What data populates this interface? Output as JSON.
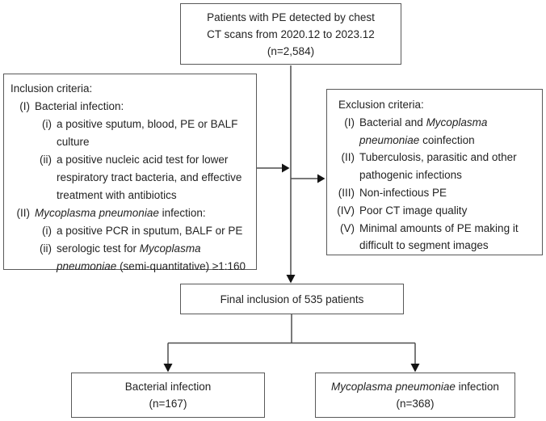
{
  "colors": {
    "background": "#ffffff",
    "box_border": "#595959",
    "connector_line": "#4d4d4d",
    "arrowhead": "#141414",
    "text": "#232323"
  },
  "top_box": {
    "line1": "Patients with PE detected by chest",
    "line2": "CT scans from 2020.12 to 2023.12",
    "line3": "(n=2,584)"
  },
  "inclusion": {
    "heading": "Inclusion criteria:",
    "lines": [
      {
        "marker": "(I)",
        "pre": "Bacterial infection:"
      },
      {
        "marker": "(i)",
        "pre": "a positive sputum, blood, PE or BALF"
      },
      {
        "marker": "",
        "pre": "culture"
      },
      {
        "marker": "(ii)",
        "pre": "a positive nucleic acid test for lower"
      },
      {
        "marker": "",
        "pre": "respiratory tract bacteria, and effective"
      },
      {
        "marker": "",
        "pre": "treatment with antibiotics"
      },
      {
        "marker": "(II)",
        "it": "Mycoplasma pneumoniae",
        "post": " infection:"
      },
      {
        "marker": "(i)",
        "pre": "a positive PCR in sputum, BALF or PE"
      },
      {
        "marker": "(ii)",
        "pre": "serologic test for ",
        "it": "Mycoplasma"
      },
      {
        "marker": "",
        "it": "pneumoniae",
        "post": " (semi-quantitative) ≥1:160"
      }
    ]
  },
  "exclusion": {
    "heading": "Exclusion criteria:",
    "lines": [
      {
        "marker": "(I)",
        "pre": "Bacterial and ",
        "it": "Mycoplasma"
      },
      {
        "marker": "",
        "it": "pneumoniae",
        "post": " coinfection"
      },
      {
        "marker": "(II)",
        "pre": "Tuberculosis, parasitic and other"
      },
      {
        "marker": "",
        "pre": "pathogenic infections"
      },
      {
        "marker": "(III)",
        "pre": "Non-infectious PE"
      },
      {
        "marker": "(IV)",
        "pre": "Poor CT image quality"
      },
      {
        "marker": "(V)",
        "pre": "Minimal amounts of PE making it"
      },
      {
        "marker": "",
        "pre": "difficult to segment images"
      }
    ]
  },
  "final_box": {
    "line1": "Final inclusion of 535 patients"
  },
  "bacterial_box": {
    "line1": "Bacterial infection",
    "line2": "(n=167)"
  },
  "mycoplasma_box": {
    "it": "Mycoplasma pneumoniae",
    "post": " infection",
    "line2": "(n=368)"
  }
}
